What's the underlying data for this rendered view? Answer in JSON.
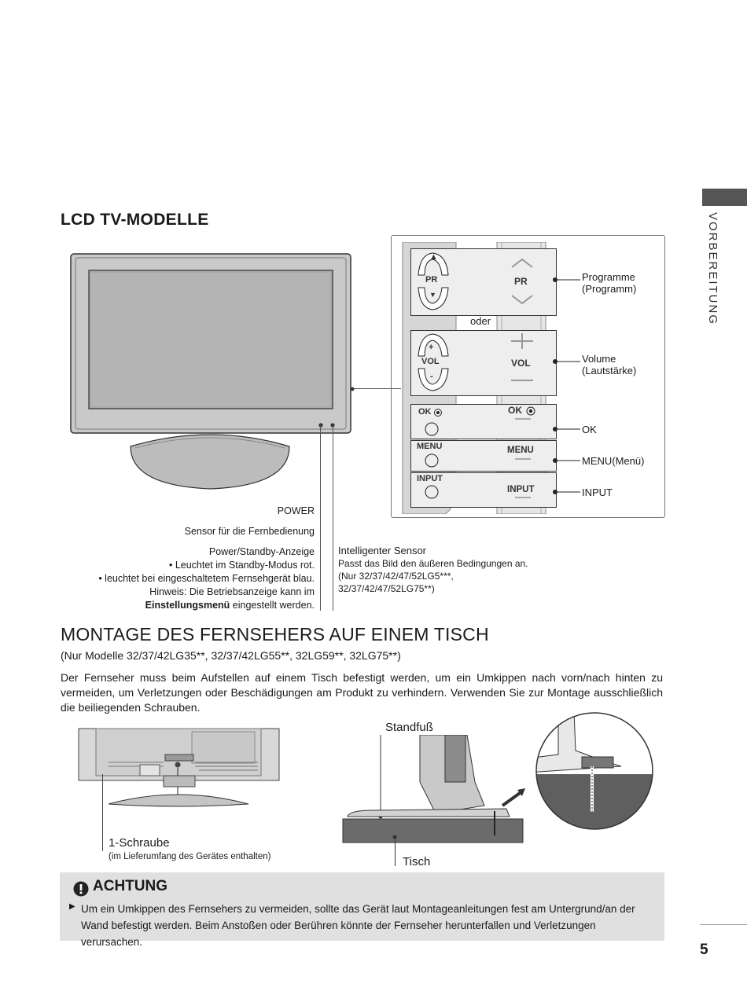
{
  "side_tab": {
    "label": "VORBEREITUNG"
  },
  "page_number": "5",
  "lcd_section": {
    "heading": "LCD TV-MODELLE",
    "or_label": "oder",
    "controls": {
      "pr_label": "PR",
      "vol_label": "VOL",
      "plus": "+",
      "minus": "-",
      "up": "▲",
      "down": "▼",
      "ok_label": "OK",
      "menu_label": "MENU",
      "input_label": "INPUT"
    },
    "right_labels": {
      "programme_1": "Programme",
      "programme_2": "(Programm)",
      "volume_1": "Volume",
      "volume_2": "(Lautstärke)",
      "ok": "OK",
      "menu": "MENU(Menü)",
      "input": "INPUT"
    },
    "callouts": {
      "power": "POWER",
      "remote_sensor": "Sensor für die Fernbedienung",
      "standby_title": "Power/Standby-Anzeige",
      "standby_1": "• Leuchtet im Standby-Modus rot.",
      "standby_2": "• leuchtet bei eingeschaltetem Fernsehgerät blau.",
      "standby_3": "Hinweis: Die Betriebsanzeige kann im",
      "standby_4_bold": "Einstellungsmenü",
      "standby_4_rest": " eingestellt werden."
    },
    "intelligent_sensor": {
      "title": "Intelligenter Sensor",
      "line1": "Passt das Bild den äußeren Bedingungen an.",
      "line2": "(Nur 32/37/42/47/52LG5***,",
      "line3": "32/37/42/47/52LG75**)"
    }
  },
  "mount_section": {
    "heading": "MONTAGE DES FERNSEHERS AUF EINEM TISCH",
    "subheading": "(Nur Modelle 32/37/42LG35**, 32/37/42LG55**, 32LG59**, 32LG75**)",
    "paragraph": "Der Fernseher muss beim Aufstellen auf einem Tisch befestigt werden, um ein Umkippen nach vorn/nach hinten zu vermeiden, um Verletzungen oder Beschädigungen am Produkt zu verhindern. Verwenden Sie zur Montage ausschließlich die beiliegenden Schrauben.",
    "screw_label": "1-Schraube",
    "screw_note": "(im Lieferumfang des Gerätes enthalten)",
    "stand_label": "Standfuß",
    "table_label": "Tisch"
  },
  "caution": {
    "title": "ACHTUNG",
    "icon": "exclamation-icon",
    "bullet": "▶",
    "text": "Um ein Umkippen des Fernsehers zu vermeiden, sollte das Gerät laut Montageanleitungen fest am Untergrund/an der Wand befestigt werden. Beim Anstoßen oder Berühren könnte der Fernseher herunterfallen und Verletzungen verursachen."
  }
}
